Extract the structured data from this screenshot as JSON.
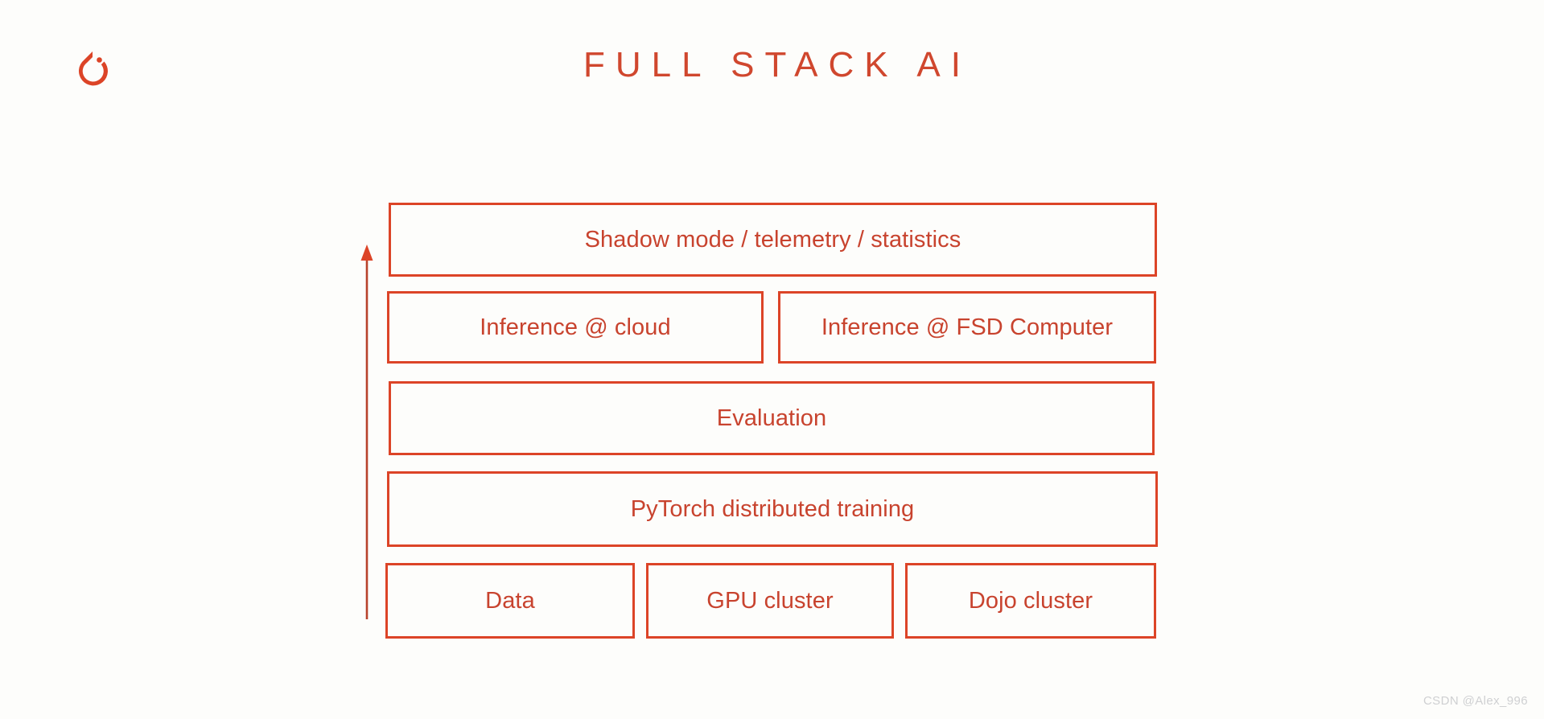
{
  "header": {
    "title": "FULL STACK AI",
    "logo_icon": "pytorch-flame-icon"
  },
  "arrow": {
    "icon": "up-arrow-icon",
    "direction": "up"
  },
  "stack": {
    "rows": [
      {
        "id": "shadow",
        "boxes": [
          {
            "label": "Shadow mode / telemetry / statistics"
          }
        ]
      },
      {
        "id": "inference",
        "boxes": [
          {
            "label": "Inference @ cloud"
          },
          {
            "label": "Inference @ FSD Computer"
          }
        ]
      },
      {
        "id": "evaluation",
        "boxes": [
          {
            "label": "Evaluation"
          }
        ]
      },
      {
        "id": "training",
        "boxes": [
          {
            "label": "PyTorch distributed training"
          }
        ]
      },
      {
        "id": "infrastructure",
        "boxes": [
          {
            "label": "Data"
          },
          {
            "label": "GPU cluster"
          },
          {
            "label": "Dojo cluster"
          }
        ]
      }
    ]
  },
  "watermark": {
    "text": "CSDN @Alex_996"
  },
  "colors": {
    "border": "#dc4427",
    "text": "#c8432e",
    "title": "#d0472e",
    "background": "#fdfdfb",
    "watermark": "#cfd0d2"
  }
}
